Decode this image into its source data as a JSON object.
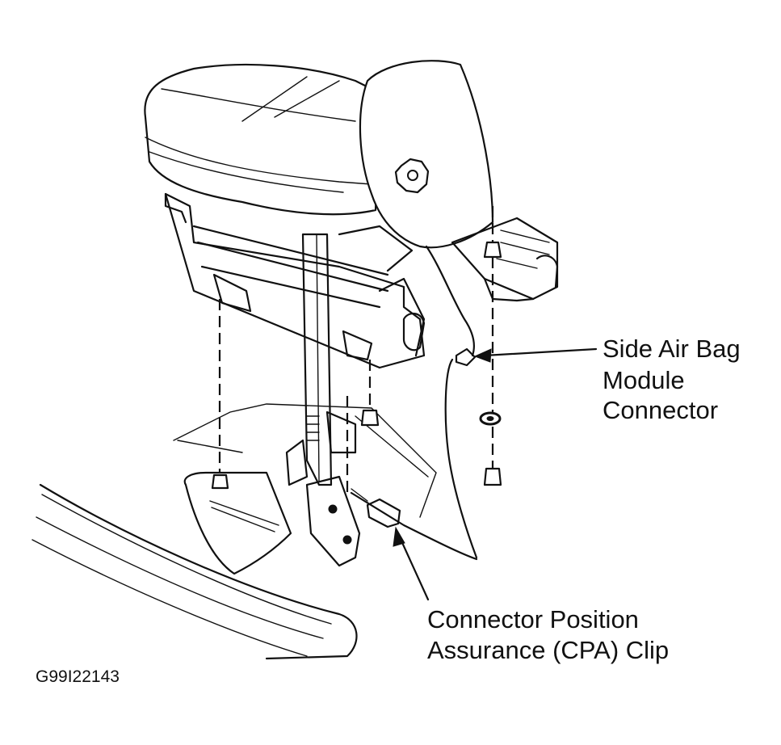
{
  "callouts": {
    "side_airbag": {
      "line1": "Side Air Bag",
      "line2": "Module",
      "line3": "Connector"
    },
    "cpa_clip": {
      "line1": "Connector Position",
      "line2": "Assurance (CPA) Clip"
    }
  },
  "figure_id": "G99I22143"
}
